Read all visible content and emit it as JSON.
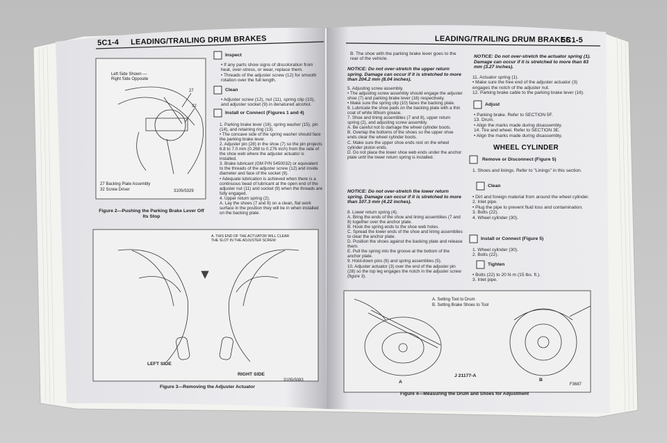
{
  "left_page": {
    "header_number": "5C1-4",
    "header_title": "LEADING/TRAILING DRUM BRAKES",
    "fig2": {
      "note": "Left Side Shown —\nRight Side Opposite",
      "callout_27": "27",
      "callout_32": "32",
      "legend_1": "27  Backing Plate Assembly",
      "legend_2": "32  Screw Driver",
      "code": "3105r5329",
      "caption": "Figure 2—Pushing the Parking Brake Lever Off Its Stop"
    },
    "inspect": {
      "label": "Inspect",
      "text": "• If any parts show signs of discoloration from heat, over-stress, or wear, replace them.\n• Threads of the adjuster screw (12) for smooth rotation over the full length."
    },
    "clean": {
      "label": "Clean",
      "text": "• Adjuster screw (12), nut (11), spring clip (10), and adjuster socket (9) in denatured alcohol."
    },
    "install": {
      "label": "Install or Connect (Figures 1 and 4)",
      "text": "1. Parking brake lever (16), spring washer (15), pin (14), and retaining ring (13).\n   • The concave side of the spring washer should face the parking brake lever.\n2. Adjuster pin (28) in the shoe (7) so the pin projects 6.8 to 7.0 mm (0.268 to 0.276 inch) from the side of the shoe web where the adjuster actuator is installed.\n3. Brake lubricant (GM P/N 5450032) or equivalent to the threads of the adjuster screw (12) and inside diameter and face of the socket (9).\n   • Adequate lubrication is achieved when there is a continuous bead of lubricant at the open end of the adjuster nut (11) and socket (9) when the threads are fully engaged.\n4. Upper return spring (2).\n   A. Lay the shoes (7 and 8) on a clean, flat work surface in the position they will be in when installed on the backing plate."
    },
    "fig3": {
      "note": "A. THIS END OF THE ACTUATOR WILL CLEAR THE SLOT IN THE ADJUSTER SCREW",
      "left_label": "LEFT SIDE",
      "right_label": "RIGHT SIDE",
      "code": "3105r5083",
      "caption": "Figure 3—Removing the Adjuster Actuator"
    }
  },
  "right_page": {
    "header_title": "LEADING/TRAILING DRUM BRAKES",
    "header_number": "5C1-5",
    "col1_top": "B. The shoe with the parking brake lever goes to the rear of the vehicle.",
    "notice1": "NOTICE: Do not over-stretch the upper return spring. Damage can occur if it is stretched to more than 204.2 mm (8.04 inches).",
    "col1_mid": "5. Adjusting screw assembly.\n   • The adjusting screw assembly should engage the adjuster shoe (7) and parking brake lever (16) respectively.\n   • Make sure the spring clip (10) faces the backing plate.\n6. Lubricate the shoe pads on the backing plate with a thin coat of white lithium grease.\n7. Shoe and lining assemblies (7 and 8), upper return spring (2), and adjusting screw assembly.\n   A. Be careful not to damage the wheel cylinder boots.\n   B. Overlap the bottoms of the shoes so the upper shoe ends clear the wheel cylinder boots.\n   C. Make sure the upper shoe ends rest on the wheel cylinder piston ends.\n   D. Do not place the lower shoe web ends under the anchor plate until the lower return spring is installed.",
    "notice2": "NOTICE: Do not over-stretch the lower return spring. Damage can occur if it is stretched to more than 107.3 mm (4.22 inches).",
    "col1_bot": "8. Lower return spring (4).\n   A. Bring the ends of the shoe and lining assemblies (7 and 8) together over the anchor plate.\n   B. Hook the spring ends to the shoe web holes.\n   C. Spread the lower ends of the shoe and lining assemblies to clear the anchor plate.\n   D. Position the shoes against the backing plate and release them.\n   E. Pull the spring into the groove at the bottom of the anchor plate.\n9. Hold-down pins (6) and spring assemblies (5).\n10. Adjuster actuator (3) over the end of the adjuster pin (28) so the top leg engages the notch in the adjuster screw (figure 3).",
    "notice3": "NOTICE: Do not over-stretch the actuator spring (1). Damage can occur if it is stretched to more than 83 mm (3.27 inches).",
    "col2_top": "11. Actuator spring (1).\n   • Make sure the free end of the adjuster actuator (3) engages the notch of the adjuster nut.\n12. Parking brake cable to the parking brake lever (16).",
    "adjust": {
      "label": "Adjust",
      "text": "• Parking brake. Refer to SECTION 5F.\n13. Drum.\n   • Align the marks made during disassembly.\n14. Tire and wheel. Refer to SECTION 3E.\n   • Align the marks made during disassembly."
    },
    "wheel_cylinder": "WHEEL CYLINDER",
    "remove": {
      "label": "Remove or Disconnect (Figure 5)",
      "text": "1. Shoes and linings. Refer to \"Linings\" in this section."
    },
    "clean": {
      "label": "Clean",
      "text": "• Dirt and foreign material from around the wheel cylinder.\n2. Inlet pipe.\n   • Plug the pipe to prevent fluid loss and contamination.\n3. Bolts (22).\n4. Wheel cylinder (30)."
    },
    "install": {
      "label": "Install or Connect (Figure 5)",
      "text": "1. Wheel cylinder (30).\n2. Bolts (22)."
    },
    "tighten": {
      "label": "Tighten",
      "text": "• Bolts (22) to 20 N·m (15 lbs. ft.).\n3. Inlet pipe."
    },
    "fig4": {
      "legend_a": "A.  Setting Tool to Drum",
      "legend_b": "B.  Setting Brake Shoes to Tool",
      "label_a": "A",
      "label_b": "B",
      "tool": "J 21177-A",
      "code": "F3687",
      "caption": "Figure 4—Measuring the Drum and Shoes for Adjustment"
    }
  }
}
